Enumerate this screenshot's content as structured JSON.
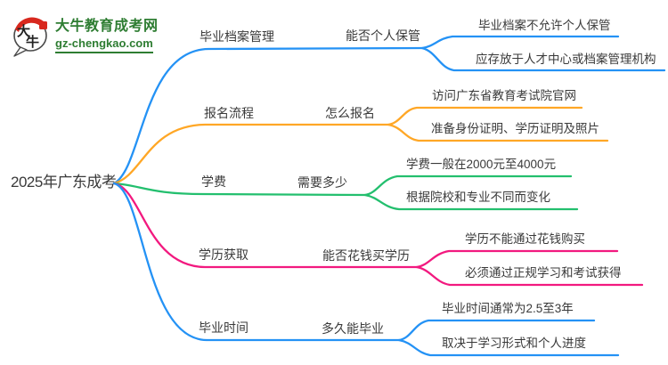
{
  "logo": {
    "site_name": "大牛教育成考网",
    "site_url": "gz-chengkao.com",
    "icon_chars": "大牛",
    "brand_green": "#2e7d32",
    "seal_red": "#d8281e"
  },
  "root": {
    "label": "2025年广东成考"
  },
  "branches": [
    {
      "topic": "毕业档案管理",
      "question": "能否个人保管",
      "color": "#2492f5",
      "answers": [
        "毕业档案不允许个人保管",
        "应存放于人才中心或档案管理机构"
      ]
    },
    {
      "topic": "报名流程",
      "question": "怎么报名",
      "color": "#ffa726",
      "answers": [
        "访问广东省教育考试院官网",
        "准备身份证明、学历证明及照片"
      ]
    },
    {
      "topic": "学费",
      "question": "需要多少",
      "color": "#23bf6e",
      "answers": [
        "学费一般在2000元至4000元",
        "根据院校和专业不同而变化"
      ]
    },
    {
      "topic": "学历获取",
      "question": "能否花钱买学历",
      "color": "#f2197f",
      "answers": [
        "学历不能通过花钱购买",
        "必须通过正规学习和考试获得"
      ]
    },
    {
      "topic": "毕业时间",
      "question": "多久能毕业",
      "color": "#2492f5",
      "answers": [
        "毕业时间通常为2.5至3年",
        "取决于学习形式和个人进度"
      ]
    }
  ]
}
